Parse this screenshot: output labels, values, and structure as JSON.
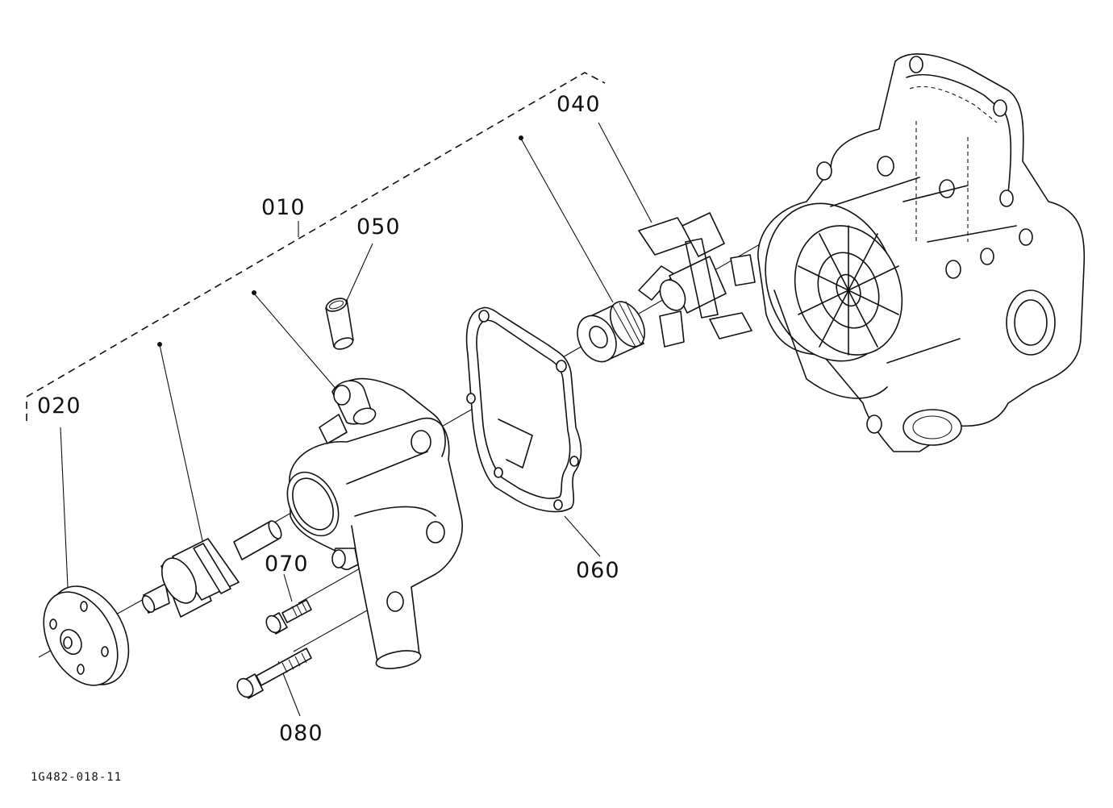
{
  "diagram": {
    "drawing_id": "1G482-018-11",
    "callouts": {
      "c010": "010",
      "c020": "020",
      "c040": "040",
      "c050": "050",
      "c060": "060",
      "c070": "070",
      "c080": "080"
    }
  }
}
